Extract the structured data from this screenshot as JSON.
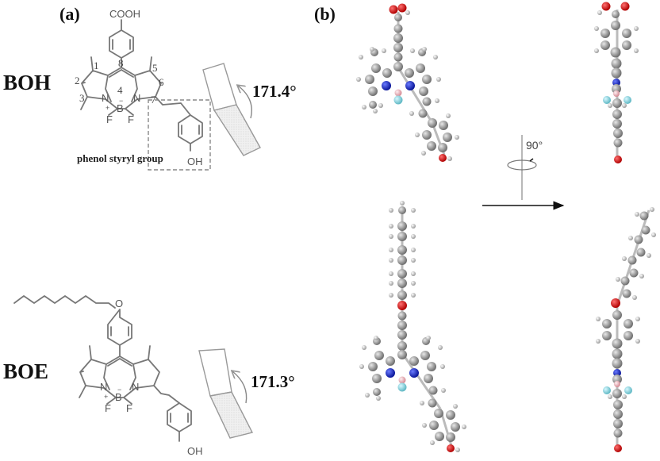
{
  "figure": {
    "panel_a_label": "(a)",
    "panel_b_label": "(b)",
    "compounds": [
      {
        "name": "BOH",
        "substituent_top": "COOH",
        "substituent_bottom": "OH",
        "group_label": "phenol styryl group",
        "dihedral_angle": "171.4°",
        "position_numbers": [
          "1",
          "2",
          "3",
          "4",
          "5",
          "6",
          "7",
          "8"
        ]
      },
      {
        "name": "BOE",
        "substituent_top": "O",
        "substituent_bottom": "OH",
        "dihedral_angle": "171.3°"
      }
    ],
    "atoms": {
      "N": "N",
      "B": "B",
      "F": "F",
      "plus": "+",
      "minus": "−"
    },
    "rotation_label": "90°",
    "atom_colors": {
      "carbon": "#8a8a8a",
      "hydrogen": "#d8d8d8",
      "nitrogen": "#1a2ccc",
      "oxygen": "#e01010",
      "fluorine": "#7fd6e0",
      "boron": "#f0b0b8"
    }
  }
}
